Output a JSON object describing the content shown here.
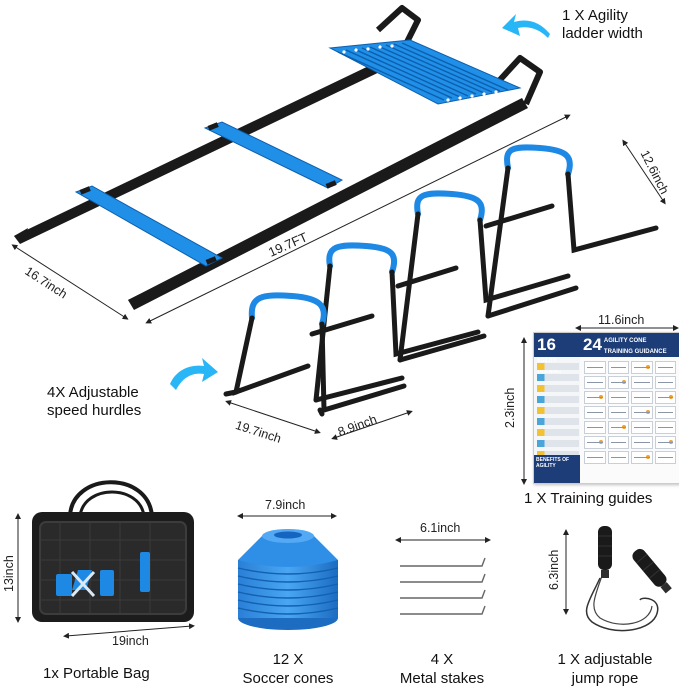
{
  "colors": {
    "accent_blue": "#1e88e5",
    "ladder_blue": "#1f8fe8",
    "strap_black": "#1a1a1a",
    "arrow_teal": "#29b6f6",
    "dimension_line": "#222222"
  },
  "agility_ladder": {
    "caption_line1": "1 X Agility",
    "caption_line2": "ladder width",
    "length_label": "19.7FT",
    "width_label": "16.7inch"
  },
  "hurdles": {
    "caption_line1": "4X Adjustable",
    "caption_line2": "speed hurdles",
    "height_label": "12.6inch",
    "width_label": "19.7inch",
    "depth_label": "8.9inch"
  },
  "training_guide": {
    "width_label": "11.6inch",
    "height_label": "2.3inch",
    "caption": "1 X Training guides",
    "poster_left_number": "16",
    "poster_left_title": "AGILITY TRAINING",
    "poster_right_number": "24",
    "poster_right_title": "AGILITY CONE TRAINING GUIDANCE",
    "poster_footer": "BENEFITS OF AGILITY"
  },
  "bag": {
    "height_label": "13inch",
    "width_label": "19inch",
    "caption": "1x Portable Bag"
  },
  "cones": {
    "width_label": "7.9inch",
    "caption_line1": "12 X",
    "caption_line2": "Soccer cones"
  },
  "stakes": {
    "width_label": "6.1inch",
    "caption_line1": "4 X",
    "caption_line2": "Metal stakes"
  },
  "jump_rope": {
    "height_label": "6.3inch",
    "caption_line1": "1 X adjustable",
    "caption_line2": "jump rope"
  }
}
